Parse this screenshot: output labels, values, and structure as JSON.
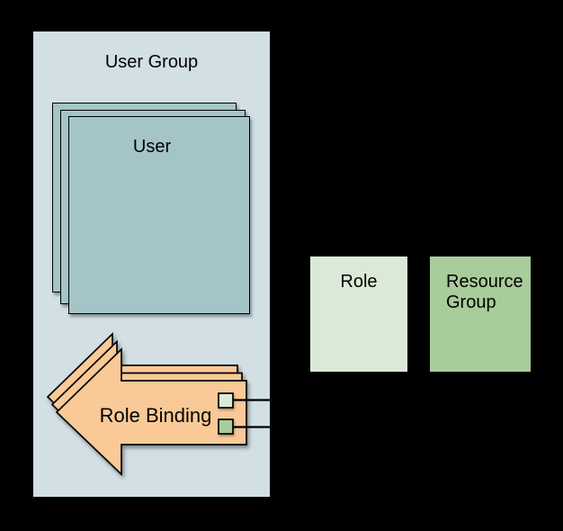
{
  "background": "#000000",
  "connector_color": "#000000",
  "outline_color": "#000000",
  "user_group": {
    "label": "User Group",
    "fill": "#d2dfe4"
  },
  "user_stack": {
    "label": "User",
    "fill": "#a4c4c8",
    "count": 3
  },
  "role_binding": {
    "label": "Role Binding",
    "fill": "#f9c997",
    "count": 3
  },
  "role": {
    "label": "Role",
    "fill": "#dbead7"
  },
  "resource_group": {
    "label": "Resource Group",
    "fill": "#a8cc9a"
  },
  "ports": {
    "role_port_fill": "#dbead7",
    "resource_port_fill": "#a8cc9a"
  }
}
